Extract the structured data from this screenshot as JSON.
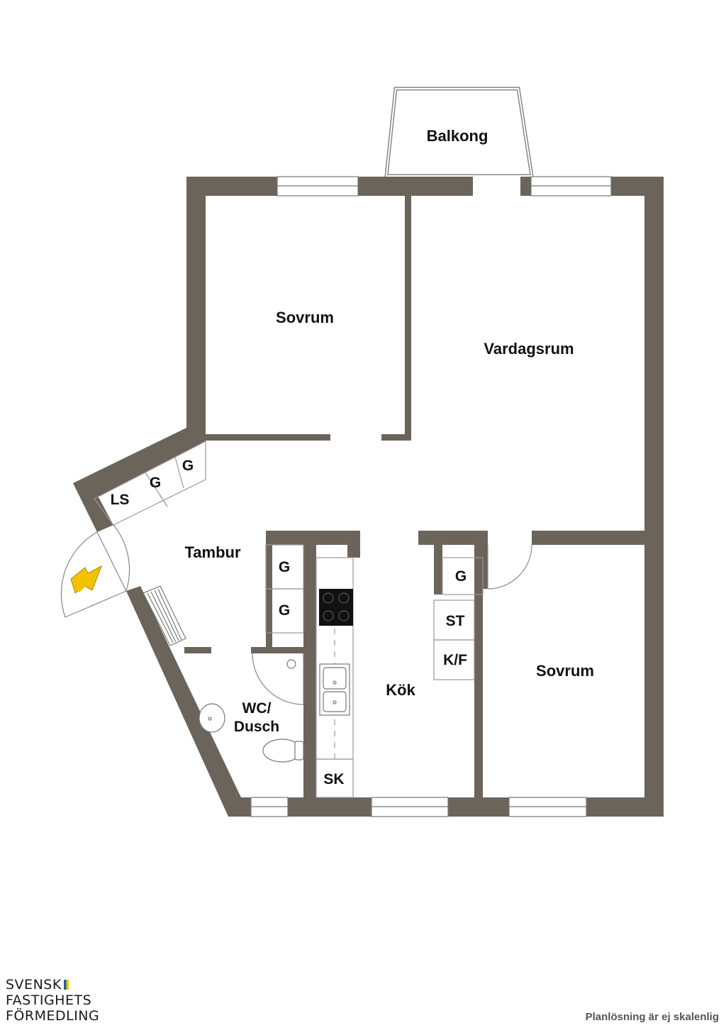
{
  "plan": {
    "rooms": {
      "balkong": "Balkong",
      "sovrum_1": "Sovrum",
      "vardagsrum": "Vardagsrum",
      "tambur": "Tambur",
      "wc_line1": "WC/",
      "wc_line2": "Dusch",
      "kok": "Kök",
      "sovrum_2": "Sovrum"
    },
    "fixtures": {
      "ls": "LS",
      "g": "G",
      "st": "ST",
      "kf": "K/F",
      "sk": "SK"
    },
    "colors": {
      "wall": "#6b645a",
      "entrance_arrow": "#f2c200",
      "flag_blue": "#1f5fa8",
      "flag_yellow": "#f2c200"
    }
  },
  "brand": {
    "line1": "SVENSK",
    "line2": "FASTIGHETS",
    "line3": "FÖRMEDLING"
  },
  "disclaimer": "Planlösning är ej skalenlig"
}
